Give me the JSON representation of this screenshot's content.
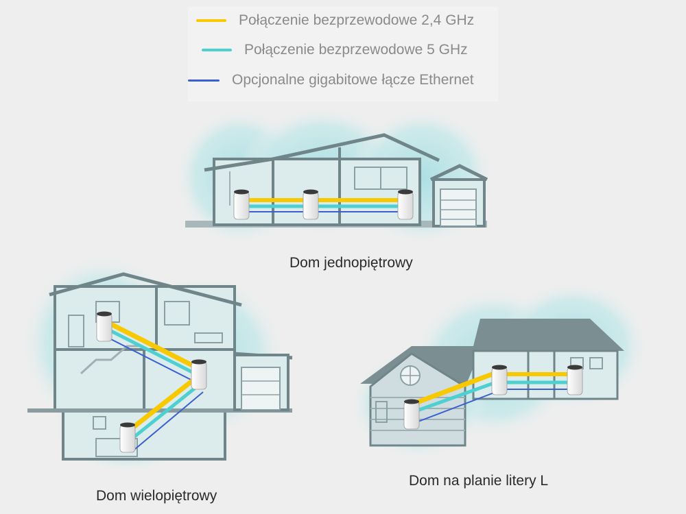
{
  "legend": [
    {
      "label": "Połączenie bezprzewodowe 2,4 GHz",
      "color": "#f8c800",
      "icon": "yellow-line"
    },
    {
      "label": "Połączenie bezprzewodowe 5 GHz",
      "color": "#4fd0d0",
      "icon": "cyan-line"
    },
    {
      "label": "Opcjonalne gigabitowe łącze Ethernet",
      "color": "#3a5fd0",
      "icon": "blue-line"
    }
  ],
  "scenes": {
    "single_storey": {
      "caption": "Dom jednopiętrowy"
    },
    "multi_storey": {
      "caption": "Dom wielopiętrowy"
    },
    "l_shaped": {
      "caption": "Dom na planie litery L"
    }
  },
  "colors": {
    "wall": "#6f8589",
    "wall_light": "#9fb0b3",
    "coverage": "#bfe3e6",
    "roof": "#6b7f83"
  }
}
